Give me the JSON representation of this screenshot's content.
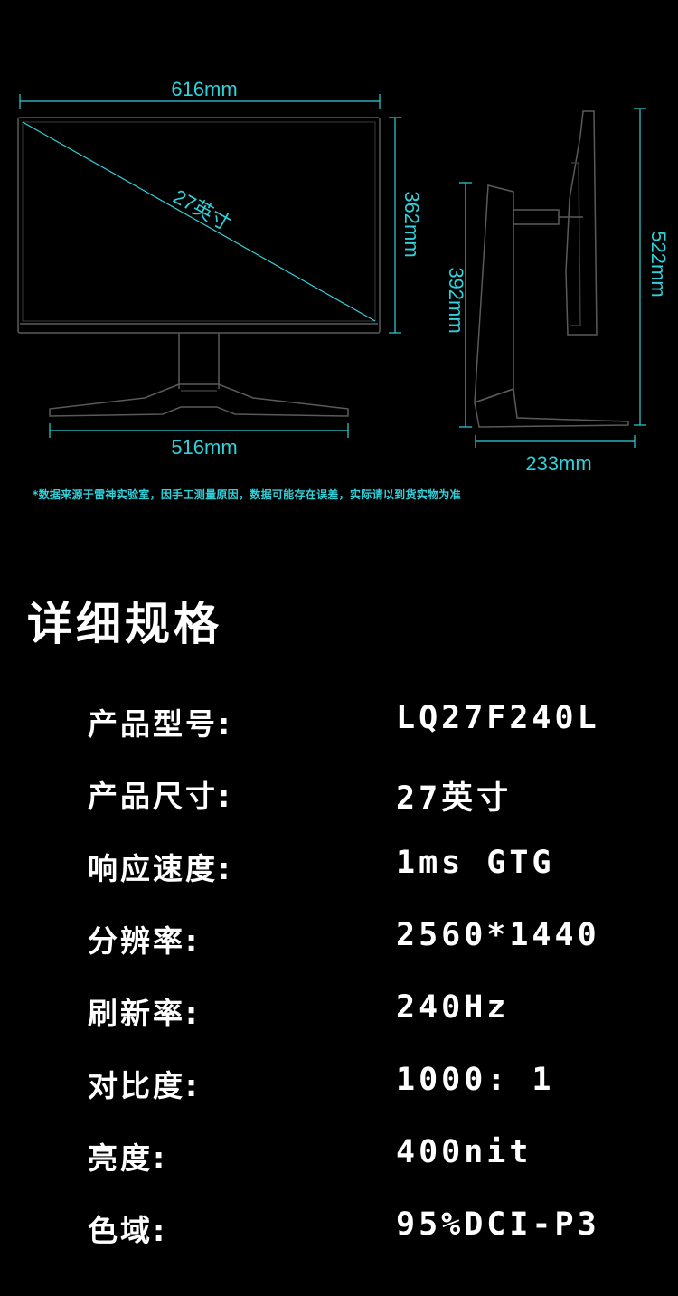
{
  "dimensions": {
    "width": "616mm",
    "diagonal": "27英寸",
    "screen_height": "362mm",
    "total_height": "392mm",
    "max_height": "522mm",
    "base_width": "516mm",
    "depth": "233mm"
  },
  "disclaimer": "*数据来源于雷神实验室，因手工测量原因，数据可能存在误差，实际请以到货实物为准",
  "section_title": "详细规格",
  "specs": [
    {
      "label": "产品型号:",
      "value": "LQ27F240L"
    },
    {
      "label": "产品尺寸:",
      "value": "27英寸"
    },
    {
      "label": "响应速度:",
      "value": "1ms GTG"
    },
    {
      "label": "分辨率:",
      "value": "2560*1440"
    },
    {
      "label": "刷新率:",
      "value": "240Hz"
    },
    {
      "label": "对比度:",
      "value": "1000: 1"
    },
    {
      "label": "亮度:",
      "value": "400nit"
    },
    {
      "label": "色域:",
      "value": "95%DCI-P3"
    }
  ],
  "colors": {
    "accent": "#2fd2db",
    "background": "#000000",
    "text": "#ffffff"
  }
}
